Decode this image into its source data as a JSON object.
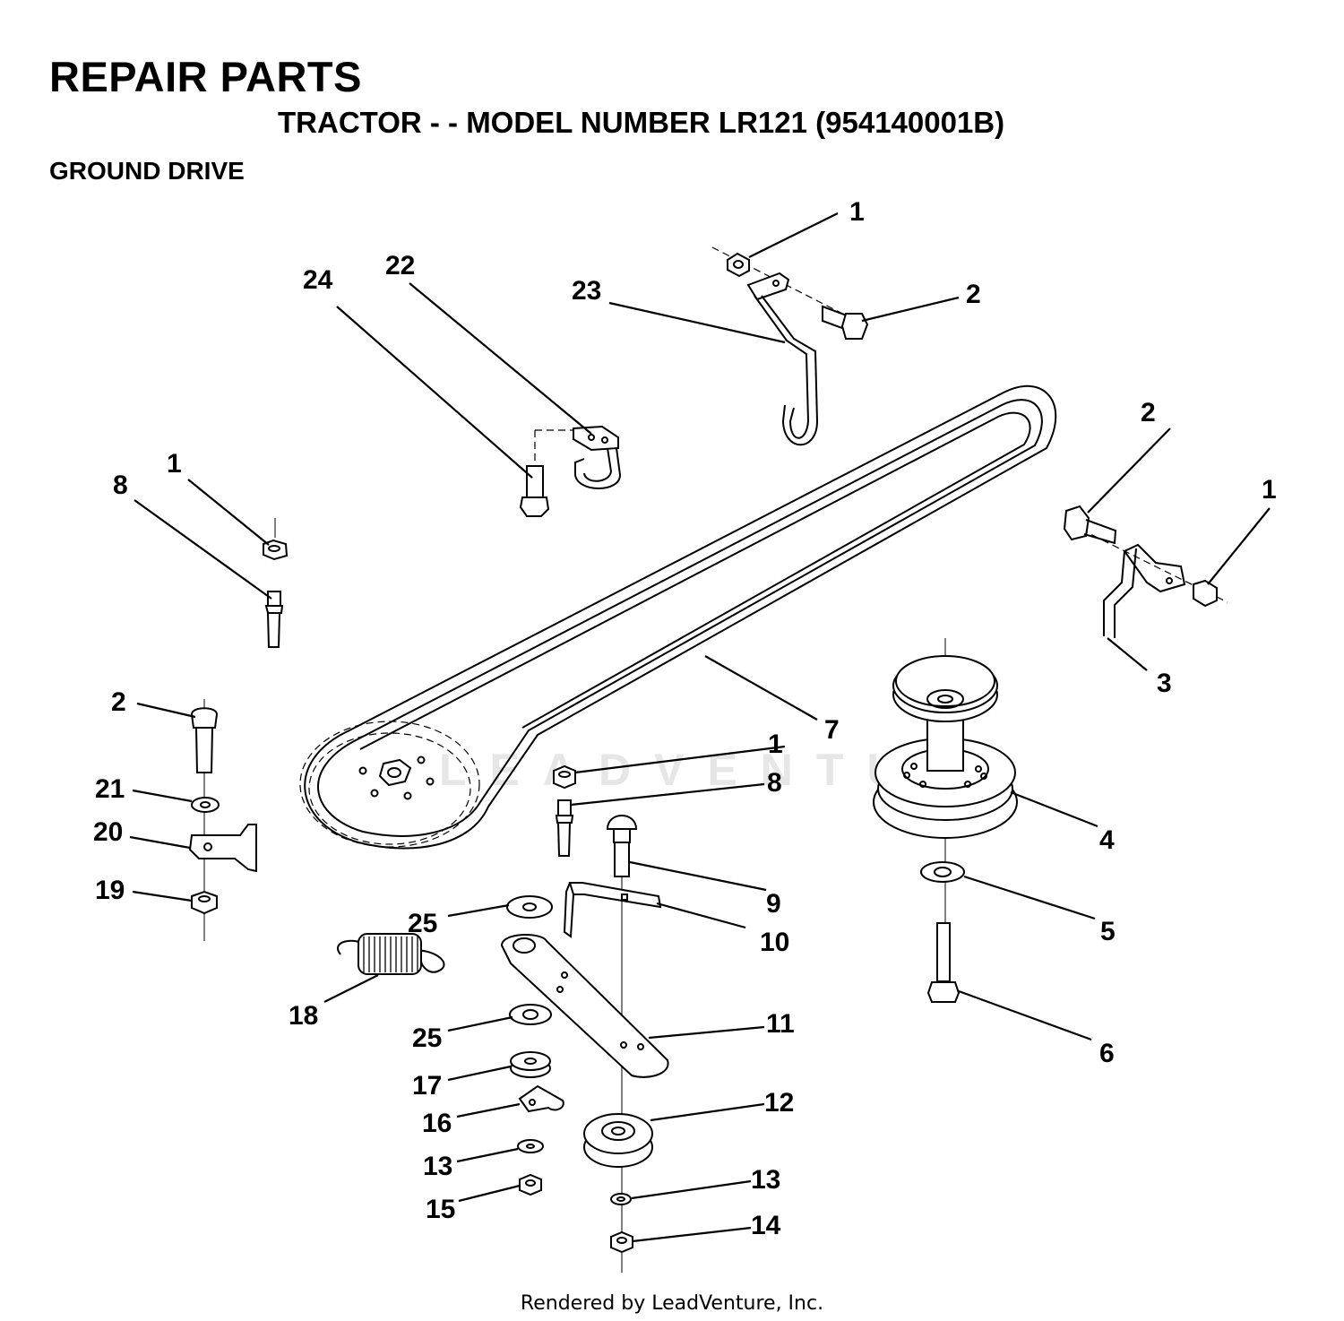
{
  "header": {
    "title": "REPAIR PARTS",
    "subtitle": "TRACTOR - - MODEL NUMBER LR121 (954140001B)",
    "section": "GROUND DRIVE"
  },
  "watermark": "LEADVENTURE",
  "footer": "Rendered by LeadVenture, Inc.",
  "callouts": {
    "c1a": "1",
    "c2a": "2",
    "c23": "23",
    "c22": "22",
    "c24": "24",
    "c2b": "2",
    "c1b": "1",
    "c1c": "1",
    "c8a": "8",
    "c3": "3",
    "c7": "7",
    "c2c": "2",
    "c21": "21",
    "c20": "20",
    "c19": "19",
    "c1d": "1",
    "c8b": "8",
    "c4": "4",
    "c9": "9",
    "c10": "10",
    "c25a": "25",
    "c5": "5",
    "c6": "6",
    "c18": "18",
    "c11": "11",
    "c25b": "25",
    "c17": "17",
    "c12": "12",
    "c16": "16",
    "c13a": "13",
    "c13b": "13",
    "c15": "15",
    "c14": "14"
  }
}
